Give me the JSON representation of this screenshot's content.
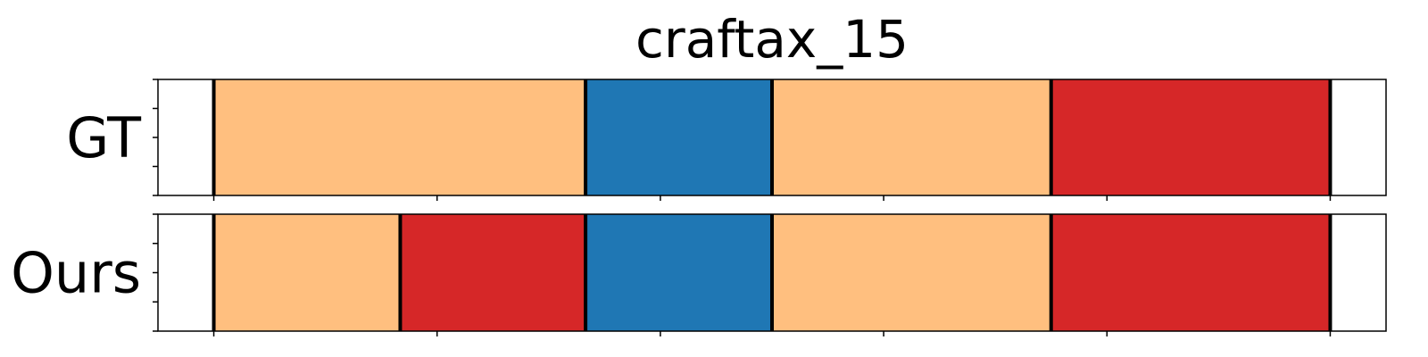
{
  "chart_data": {
    "type": "bar",
    "title": "craftax_15",
    "x_range": [
      -0.5,
      10.5
    ],
    "x_ticks": [
      0,
      2,
      4,
      6,
      8,
      10
    ],
    "y_tick_count": 5,
    "colors": {
      "orange": "#ffbf7f",
      "blue": "#1f77b4",
      "red": "#d62728",
      "boundary": "#000000"
    },
    "rows": [
      {
        "label": "GT",
        "segments": [
          {
            "start": 0.0,
            "end": 3.33,
            "color": "orange"
          },
          {
            "start": 3.33,
            "end": 5.0,
            "color": "blue"
          },
          {
            "start": 5.0,
            "end": 7.5,
            "color": "orange"
          },
          {
            "start": 7.5,
            "end": 10.0,
            "color": "red"
          }
        ]
      },
      {
        "label": "Ours",
        "segments": [
          {
            "start": 0.0,
            "end": 1.67,
            "color": "orange"
          },
          {
            "start": 1.67,
            "end": 3.33,
            "color": "red"
          },
          {
            "start": 3.33,
            "end": 5.0,
            "color": "blue"
          },
          {
            "start": 5.0,
            "end": 7.5,
            "color": "orange"
          },
          {
            "start": 7.5,
            "end": 10.0,
            "color": "red"
          }
        ]
      }
    ]
  }
}
